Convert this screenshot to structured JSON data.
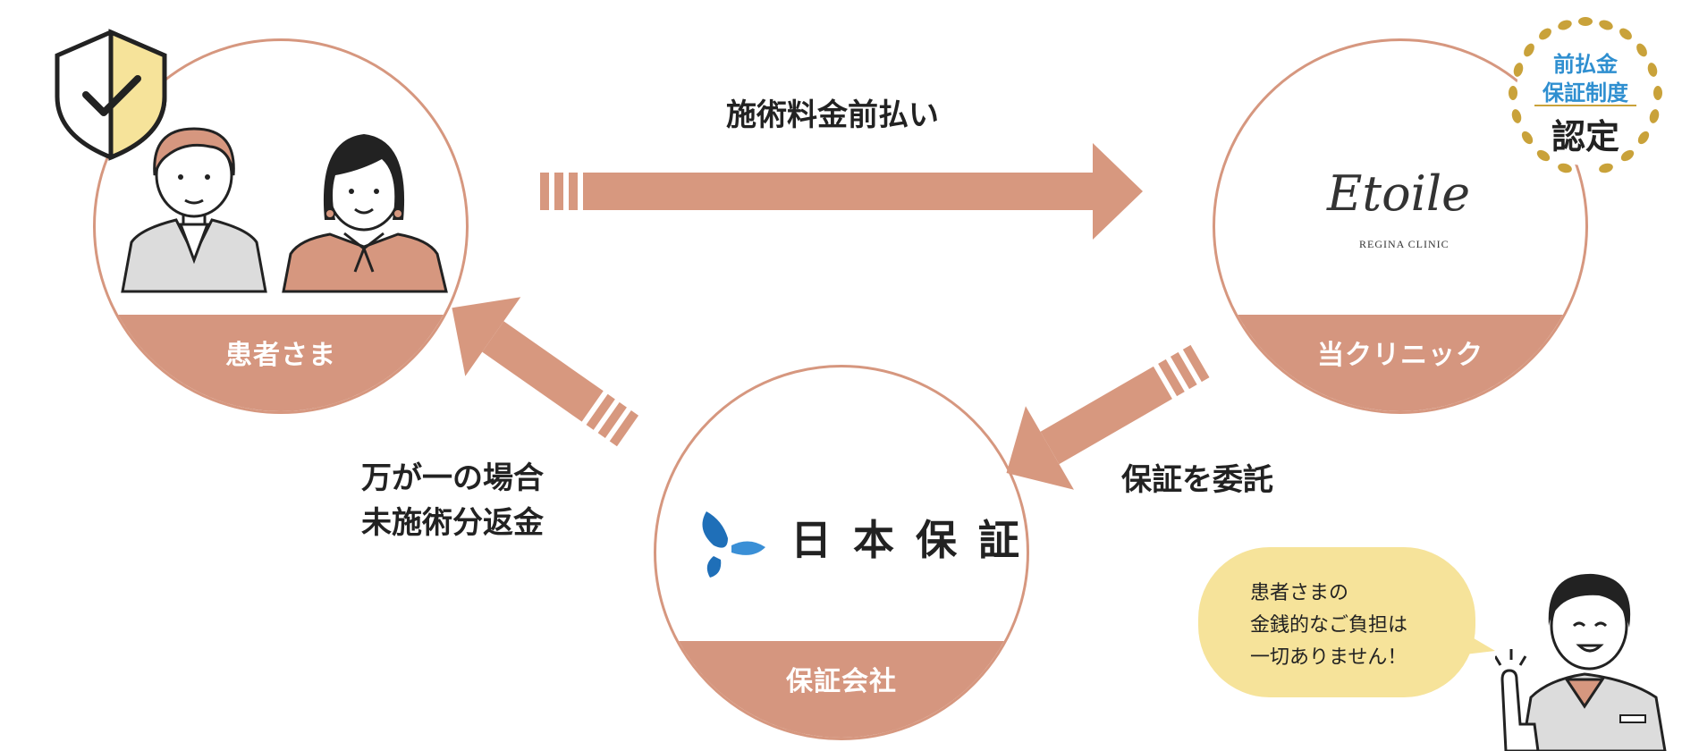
{
  "colors": {
    "accent": "#d5967f",
    "arrow": "#d7987f",
    "band_text": "#ffffff",
    "bubble": "#f6e39a",
    "shield_fill": "#f6e39a",
    "logo_blue": "#1f6fb8",
    "seal_gold": "#c9a23a"
  },
  "nodes": {
    "patient": {
      "label": "患者さま"
    },
    "clinic": {
      "label": "当クリニック",
      "logo_script": "Etoile",
      "logo_sub": "REGINA CLINIC"
    },
    "guarantor": {
      "label": "保証会社",
      "logo_text": "日本保証"
    }
  },
  "flows": {
    "prepay": {
      "label": "施術料金前払い"
    },
    "entrust": {
      "label": "保証を委託"
    },
    "refund": {
      "lines": [
        "万が一の場合",
        "未施術分返金"
      ]
    }
  },
  "seal": {
    "lines": [
      "前払金",
      "保証制度",
      "認定"
    ]
  },
  "bubble": {
    "lines": [
      "患者さまの",
      "金銭的なご負担は",
      "一切ありません！"
    ]
  },
  "icons": {
    "shield": "shield-check-icon",
    "laurel": "laurel-wreath-icon",
    "logo_mark": "nihon-hosho-logo-mark"
  }
}
